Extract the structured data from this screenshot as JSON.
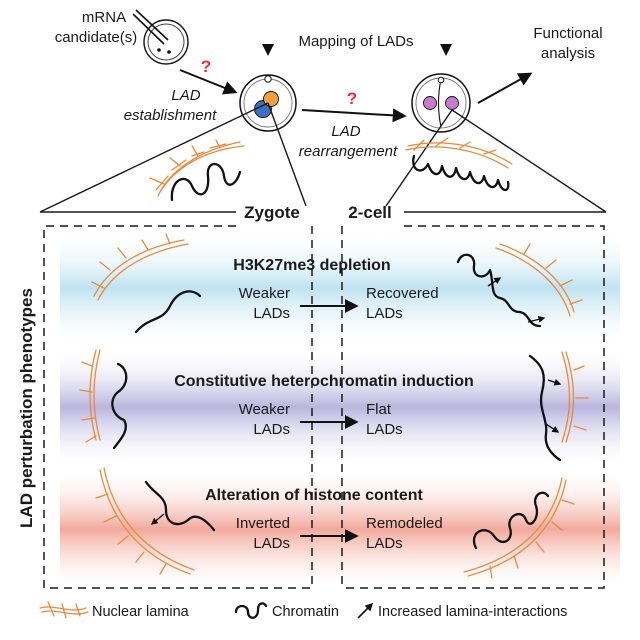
{
  "top": {
    "mrna_label_line1": "mRNA",
    "mrna_label_line2": "candidate(s)",
    "mapping_label": "Mapping of LADs",
    "functional_label_line1": "Functional",
    "functional_label_line2": "analysis",
    "establishment_line1": "LAD",
    "establishment_line2": "establishment",
    "rearrangement_line1": "LAD",
    "rearrangement_line2": "rearrangement",
    "question_mark": "?",
    "zygote_label": "Zygote",
    "twocell_label": "2-cell"
  },
  "side_label": "LAD perturbation phenotypes",
  "bands": [
    {
      "title": "H3K27me3 depletion",
      "left_line1": "Weaker",
      "left_line2": "LADs",
      "right_line1": "Recovered",
      "right_line2": "LADs",
      "color": "#cfe8f3"
    },
    {
      "title": "Constitutive heterochromatin induction",
      "left_line1": "Weaker",
      "left_line2": "LADs",
      "right_line1": "Flat",
      "right_line2": "LADs",
      "color": "#c9c6e3"
    },
    {
      "title": "Alteration of histone content",
      "left_line1": "Inverted",
      "left_line2": "LADs",
      "right_line1": "Remodeled",
      "right_line2": "LADs",
      "color": "#f3b7ad"
    }
  ],
  "legend": {
    "lamina": "Nuclear lamina",
    "chromatin": "Chromatin",
    "interactions": "Increased lamina-interactions"
  },
  "colors": {
    "lamina": "#e88a3c",
    "nucleus_blue": "#3a6fc4",
    "nucleus_orange": "#f0a040",
    "nucleus_purple": "#c77ccb",
    "question": "#e8302a"
  }
}
